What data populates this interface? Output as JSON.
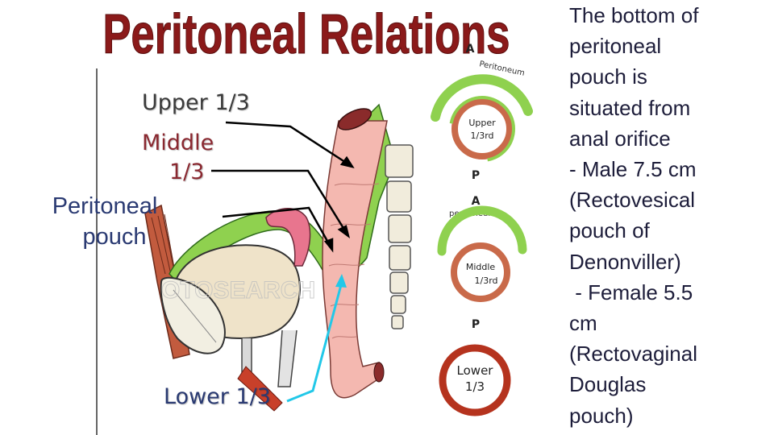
{
  "title": "Peritoneal Relations",
  "labels": {
    "upper": "Upper 1/3",
    "middle_line1": "Middle",
    "middle_line2": "1/3",
    "peritoneal_line1": "Peritoneal",
    "peritoneal_line2": "pouch",
    "lower": "Lower 1/3"
  },
  "insets": {
    "a_top": "A",
    "peritoneum_top": "Peritoneum",
    "upper_ring_line1": "Upper",
    "upper_ring_line2": "1/3rd",
    "p_top": "P",
    "a_mid": "A",
    "peritoneum_mid": "peritoneum",
    "middle_ring_line1": "Middle",
    "middle_ring_line2": "1/3rd",
    "p_mid": "P",
    "lower_ring_line1": "Lower",
    "lower_ring_line2": "1/3"
  },
  "watermark": "OTOSEARCH",
  "side_text": [
    "The bottom of",
    "peritoneal",
    "pouch is",
    "situated from",
    "anal orifice",
    "- Male 7.5 cm",
    "(Rectovesical",
    "pouch of",
    "Denonviller)",
    " - Female 5.5",
    "cm",
    "(Rectovaginal",
    "Douglas",
    "pouch)"
  ],
  "colors": {
    "title": "#8b1a1a",
    "peritoneum_green": "#8fd14f",
    "rectum_pink": "#f4b8b0",
    "lower_ring": "#b5331e",
    "pointer_line": "#000000",
    "pointer_cyan": "#22c8e8"
  }
}
